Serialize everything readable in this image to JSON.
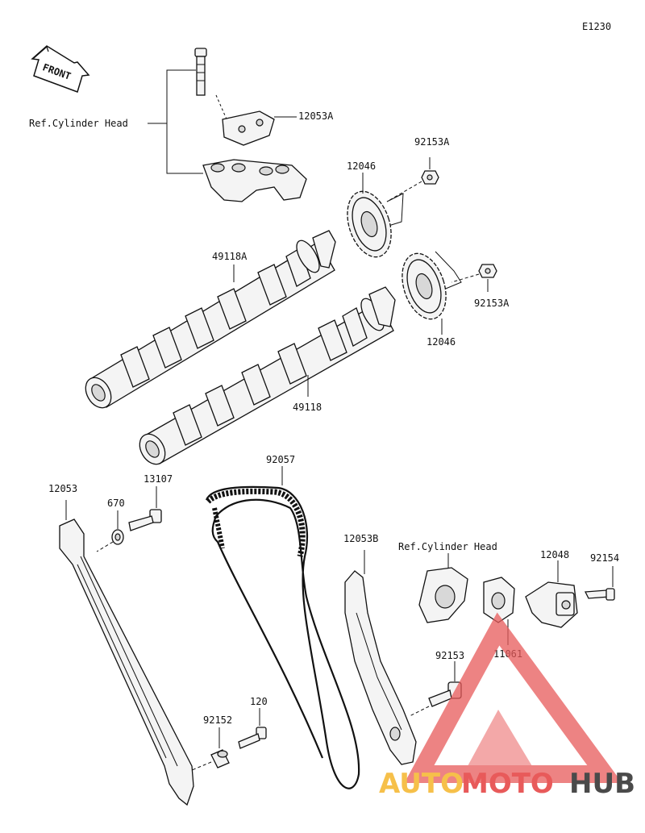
{
  "diagram_code": "E1230",
  "front_label": "FRONT",
  "ref_cylinder_head_1": "Ref.Cylinder Head",
  "ref_cylinder_head_2": "Ref.Cylinder Head",
  "parts": {
    "p12053A": "12053A",
    "p92153A_top": "92153A",
    "p12046_top": "12046",
    "p49118A": "49118A",
    "p92153A_right": "92153A",
    "p12046_bottom": "12046",
    "p49118": "49118",
    "p92057": "92057",
    "p12053": "12053",
    "p13107": "13107",
    "p670": "670",
    "p12053B": "12053B",
    "p12048": "12048",
    "p92154": "92154",
    "p11061": "11061",
    "p92153": "92153",
    "p120": "120",
    "p92152": "92152"
  },
  "watermark": {
    "part1": "AUTO",
    "part2": "MOTO",
    "part3": "HUB",
    "color_yellow": "#f6c04a",
    "color_red": "#e85a5a",
    "color_dark": "#4a4a4a"
  }
}
